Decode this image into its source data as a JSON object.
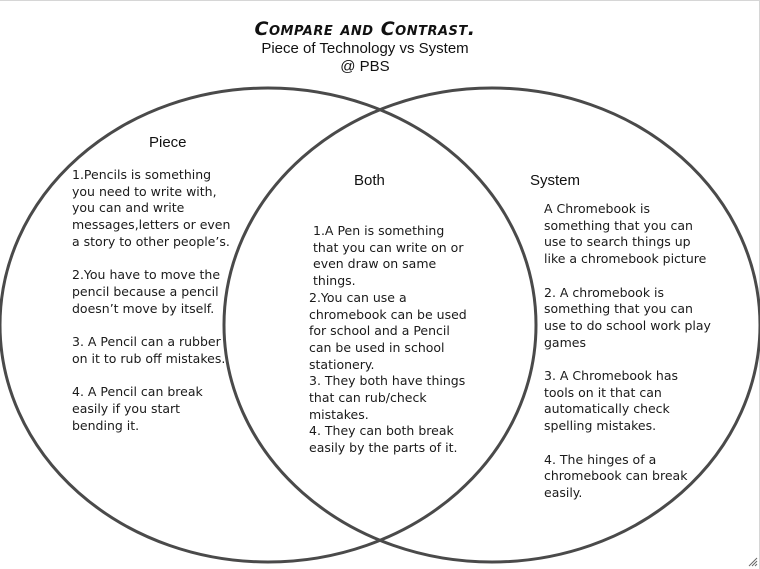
{
  "header": {
    "title": "Compare and Contrast.",
    "subtitle": "Piece of Technology vs System",
    "credit": "@ PBS"
  },
  "venn": {
    "left": {
      "label": "Piece",
      "items": [
        "1.Pencils is something you need to write with, you can and write messages,letters or even a story to other people’s.",
        "2.You have to move the pencil because a pencil doesn’t move by itself.",
        "3. A Pencil can a rubber on it to rub off mistakes.",
        "4. A Pencil can break easily if you start bending it."
      ]
    },
    "both": {
      "label": "Both",
      "items": [
        "1.A Pen is something that you can write on or even draw on same things.",
        "2.You can use a chromebook can be used for school and a Pencil can be used in school stationery.",
        "3. They both have things that can rub/check mistakes.",
        "4. They can both break easily by the parts of it."
      ]
    },
    "right": {
      "label": "System",
      "items": [
        "A Chromebook is something that you can use to search things up like a chromebook picture",
        "2. A chromebook is something that you can use to do school work play games",
        "3. A Chromebook has tools on it that can automatically check spelling mistakes.",
        "4. The hinges of a chromebook can break easily."
      ]
    }
  },
  "colors": {
    "circle_stroke": "#4a4a4a",
    "text": "#1a1a1a",
    "background": "#ffffff"
  }
}
